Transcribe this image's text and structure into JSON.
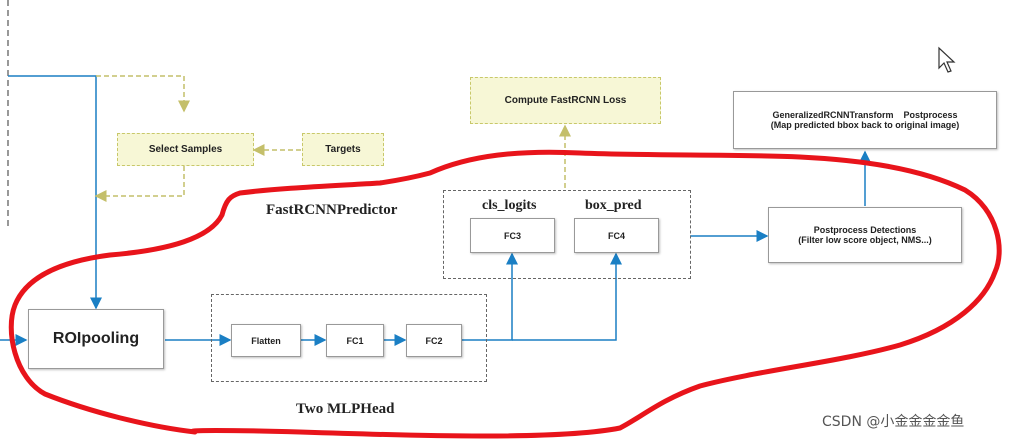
{
  "nodes": {
    "select_samples": "Select Samples",
    "targets": "Targets",
    "compute_loss": "Compute FastRCNN Loss",
    "transform_postprocess": "GeneralizedRCNNTransform    Postprocess",
    "transform_postprocess_sub": "(Map predicted bbox back to original image)",
    "postprocess_detections": "Postprocess Detections",
    "postprocess_detections_sub": "(Filter low score object,  NMS...)",
    "roipooling": "ROIpooling",
    "flatten": "Flatten",
    "fc1": "FC1",
    "fc2": "FC2",
    "fc3": "FC3",
    "fc4": "FC4"
  },
  "labels": {
    "predictor": "FastRCNNPredictor",
    "cls_logits": "cls_logits",
    "box_pred": "box_pred",
    "mlphead": "Two MLPHead"
  },
  "watermark": "CSDN @小金金金金鱼",
  "colors": {
    "arrow_blue": "#1a7fc4",
    "dashed_olive": "#c4bf6a",
    "highlight_red": "#e8141b"
  }
}
